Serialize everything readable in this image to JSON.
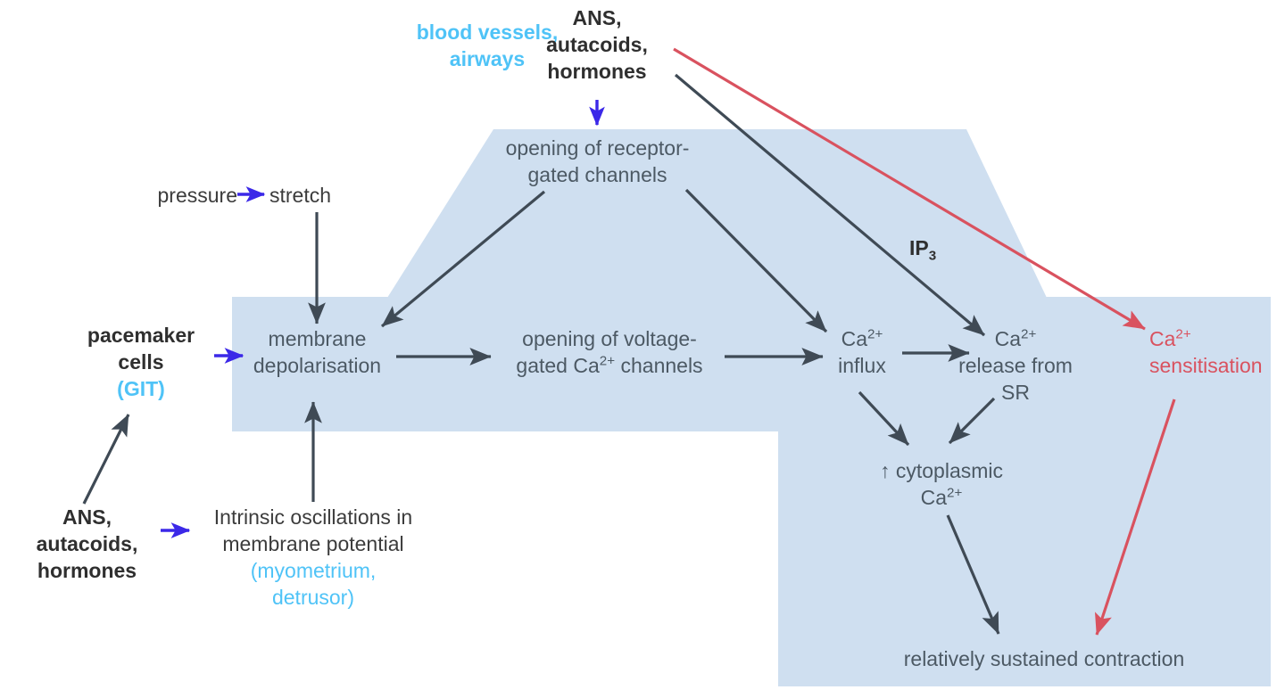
{
  "diagram": {
    "title": "Smooth muscle contraction signalling pathways",
    "colors": {
      "shaded_region": "#cfdff0",
      "cyan_text": "#4fc3f7",
      "red_accent": "#d9525f",
      "blue_arrow": "#3b28e8",
      "dark_arrow": "#3f4a55",
      "body_text": "#4c5964",
      "heading_text": "#2f2f2f"
    },
    "nodes": {
      "blood_vessels": {
        "line1": "blood vessels,",
        "line2": "airways"
      },
      "ans_top": {
        "line1": "ANS,",
        "line2": "autacoids,",
        "line3": "hormones"
      },
      "receptor_gated": {
        "line1": "opening of receptor-",
        "line2": "gated channels"
      },
      "pressure": "pressure",
      "stretch": "stretch",
      "pacemaker": {
        "line1": "pacemaker",
        "line2": "cells",
        "line3": "(GIT)"
      },
      "ans_bottom": {
        "line1": "ANS,",
        "line2": "autacoids,",
        "line3": "hormones"
      },
      "intrinsic": {
        "line1": "Intrinsic oscillations in",
        "line2": "membrane potential",
        "line3": "(myometrium,",
        "line4": "detrusor)"
      },
      "membrane_depol": {
        "line1": "membrane",
        "line2": "depolarisation"
      },
      "voltage_gated": {
        "line1": "opening of voltage-",
        "line2_pre": "gated Ca",
        "line2_sup": "2+",
        "line2_post": " channels"
      },
      "ca_influx": {
        "line1_pre": "Ca",
        "line1_sup": "2+",
        "line2": "influx"
      },
      "ca_release": {
        "line1_pre": "Ca",
        "line1_sup": "2+",
        "line2": "release from",
        "line3": "SR"
      },
      "ca_sensitisation": {
        "line1_pre": "Ca",
        "line1_sup": "2+",
        "line2": "sensitisation"
      },
      "cytoplasmic_ca": {
        "line1": "↑ cytoplasmic",
        "line2_pre": "Ca",
        "line2_sup": "2+"
      },
      "contraction": "relatively sustained contraction",
      "ip3": {
        "label": "IP",
        "subscript": "3"
      }
    }
  }
}
